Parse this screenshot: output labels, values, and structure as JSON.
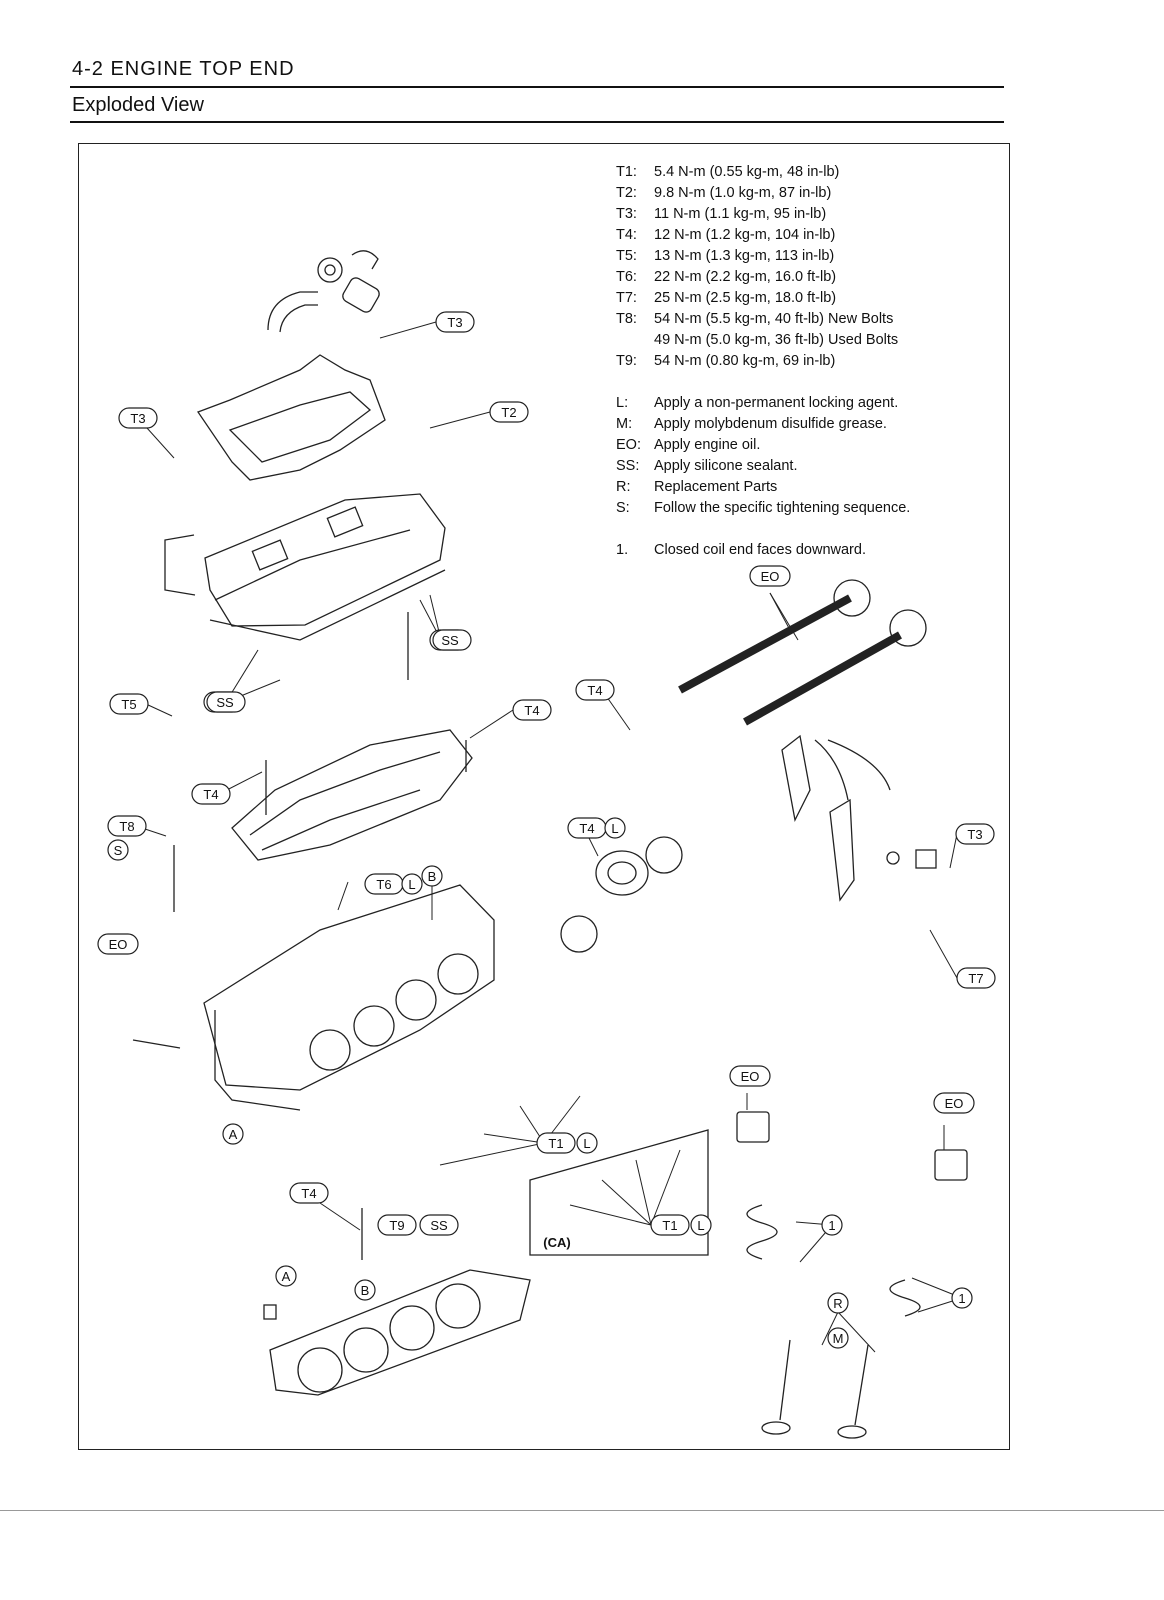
{
  "header": {
    "title": "4-2 ENGINE TOP END",
    "subtitle": "Exploded View"
  },
  "torque": [
    {
      "key": "T1:",
      "text": "5.4 N-m (0.55 kg-m, 48 in-lb)"
    },
    {
      "key": "T2:",
      "text": "9.8 N-m (1.0 kg-m, 87 in-lb)"
    },
    {
      "key": "T3:",
      "text": "11 N-m (1.1 kg-m, 95 in-lb)"
    },
    {
      "key": "T4:",
      "text": "12 N-m (1.2 kg-m, 104 in-lb)"
    },
    {
      "key": "T5:",
      "text": "13 N-m (1.3 kg-m, 113 in-lb)"
    },
    {
      "key": "T6:",
      "text": "22 N-m (2.2 kg-m, 16.0 ft-lb)"
    },
    {
      "key": "T7:",
      "text": "25 N-m (2.5 kg-m, 18.0 ft-lb)"
    },
    {
      "key": "T8:",
      "text": "54 N-m (5.5 kg-m, 40 ft-lb) New Bolts"
    },
    {
      "key": "",
      "text": "49 N-m (5.0 kg-m, 36 ft-lb) Used Bolts"
    },
    {
      "key": "T9:",
      "text": "54 N-m (0.80 kg-m, 69 in-lb)"
    }
  ],
  "symbols": [
    {
      "key": "L:",
      "text": "Apply a non-permanent locking agent."
    },
    {
      "key": "M:",
      "text": "Apply molybdenum disulfide grease."
    },
    {
      "key": "EO:",
      "text": "Apply engine oil."
    },
    {
      "key": "SS:",
      "text": "Apply silicone sealant."
    },
    {
      "key": "R:",
      "text": "Replacement Parts"
    },
    {
      "key": "S:",
      "text": "Follow the specific tightening sequence."
    }
  ],
  "note": {
    "key": "1.",
    "text": "Closed coil end faces downward."
  },
  "callouts": {
    "t3": "T3",
    "t2": "T2",
    "t4": "T4",
    "t5": "T5",
    "t6": "T6",
    "t7": "T7",
    "t8": "T8",
    "t9": "T9",
    "t1": "T1",
    "ss": "SS",
    "eo": "EO",
    "l": "L",
    "s": "S",
    "a": "A",
    "b": "B",
    "r": "R",
    "m": "M",
    "one": "1",
    "ca": "(CA)"
  }
}
